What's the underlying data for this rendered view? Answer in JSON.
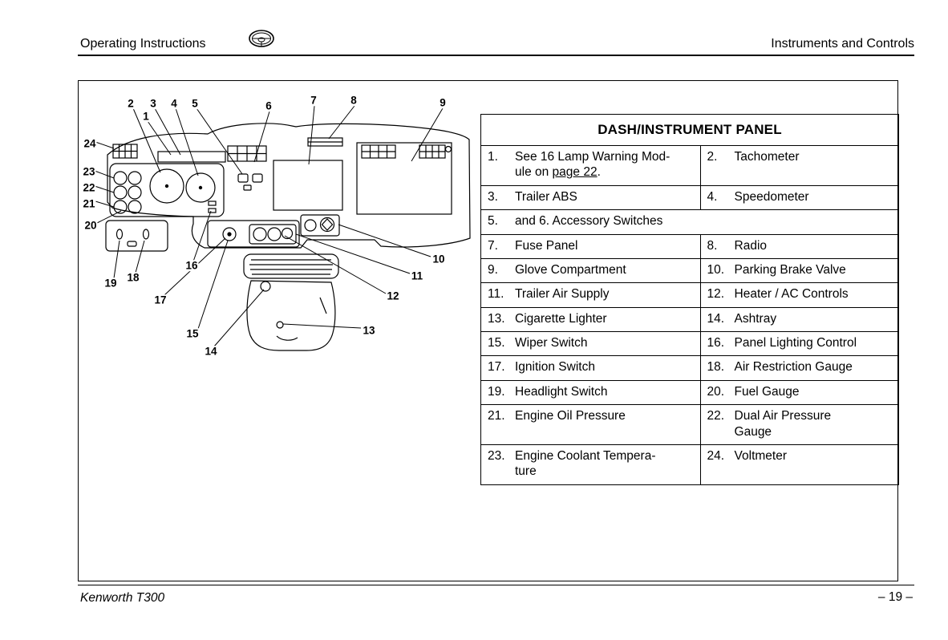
{
  "header": {
    "left_title": "Operating Instructions",
    "right_title": "Instruments and Controls"
  },
  "footer": {
    "left": "Kenworth T300",
    "right": "– 19 –"
  },
  "table": {
    "title": "DASH/INSTRUMENT PANEL",
    "cells": {
      "c1": {
        "num": "1.",
        "t1": "See 16 Lamp Warning Mod-",
        "t2": "ule on ",
        "link": "page 22",
        "suf": "."
      },
      "c2": {
        "num": "2.",
        "t": "Tachometer"
      },
      "c3": {
        "num": "3.",
        "t": "Trailer ABS"
      },
      "c4": {
        "num": "4.",
        "t": "Speedometer"
      },
      "c56": {
        "num": "5.",
        "t": "and 6. Accessory Switches"
      },
      "c7": {
        "num": "7.",
        "t": "Fuse Panel"
      },
      "c8": {
        "num": "8.",
        "t": "Radio"
      },
      "c9": {
        "num": "9.",
        "t": "Glove Compartment"
      },
      "c10": {
        "num": "10.",
        "t": "Parking Brake Valve"
      },
      "c11": {
        "num": "11.",
        "t": "Trailer Air Supply"
      },
      "c12": {
        "num": "12.",
        "t": "Heater / AC Controls"
      },
      "c13": {
        "num": "13.",
        "t": "Cigarette Lighter"
      },
      "c14": {
        "num": "14.",
        "t": "Ashtray"
      },
      "c15": {
        "num": "15.",
        "t": "Wiper Switch"
      },
      "c16": {
        "num": "16.",
        "t": "Panel Lighting Control"
      },
      "c17": {
        "num": "17.",
        "t": "Ignition Switch"
      },
      "c18": {
        "num": "18.",
        "t": "Air Restriction Gauge"
      },
      "c19": {
        "num": "19.",
        "t": "Headlight Switch"
      },
      "c20": {
        "num": "20.",
        "t": "Fuel Gauge"
      },
      "c21": {
        "num": "21.",
        "t": "Engine Oil Pressure"
      },
      "c22": {
        "num": "22.",
        "t1": "Dual Air Pressure",
        "t2": "Gauge"
      },
      "c23": {
        "num": "23.",
        "t1": "Engine Coolant Tempera-",
        "t2": "ture"
      },
      "c24": {
        "num": "24.",
        "t": "Voltmeter"
      }
    }
  },
  "diagram": {
    "callouts": [
      "1",
      "2",
      "3",
      "4",
      "5",
      "6",
      "7",
      "8",
      "9",
      "10",
      "11",
      "12",
      "13",
      "14",
      "15",
      "16",
      "17",
      "18",
      "19",
      "20",
      "21",
      "22",
      "23",
      "24"
    ]
  }
}
